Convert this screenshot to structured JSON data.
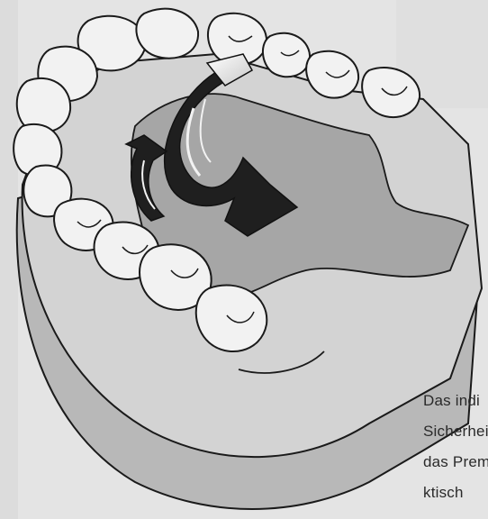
{
  "caption": {
    "lines": [
      "Das indi",
      "Sicherhei",
      "das Prem",
      "ktisch"
    ]
  },
  "colors": {
    "background": "#e4e4e4",
    "model_base": "#bdbdbd",
    "model_top": "#d4d4d4",
    "palate": "#a9a9a9",
    "teeth": "#f2f2f2",
    "arrows": "#222222",
    "outline": "#1a1a1a"
  },
  "icons": {
    "upper_arrow": "curved-rotation-arrow",
    "lower_arrow": "curved-rotation-arrow"
  }
}
